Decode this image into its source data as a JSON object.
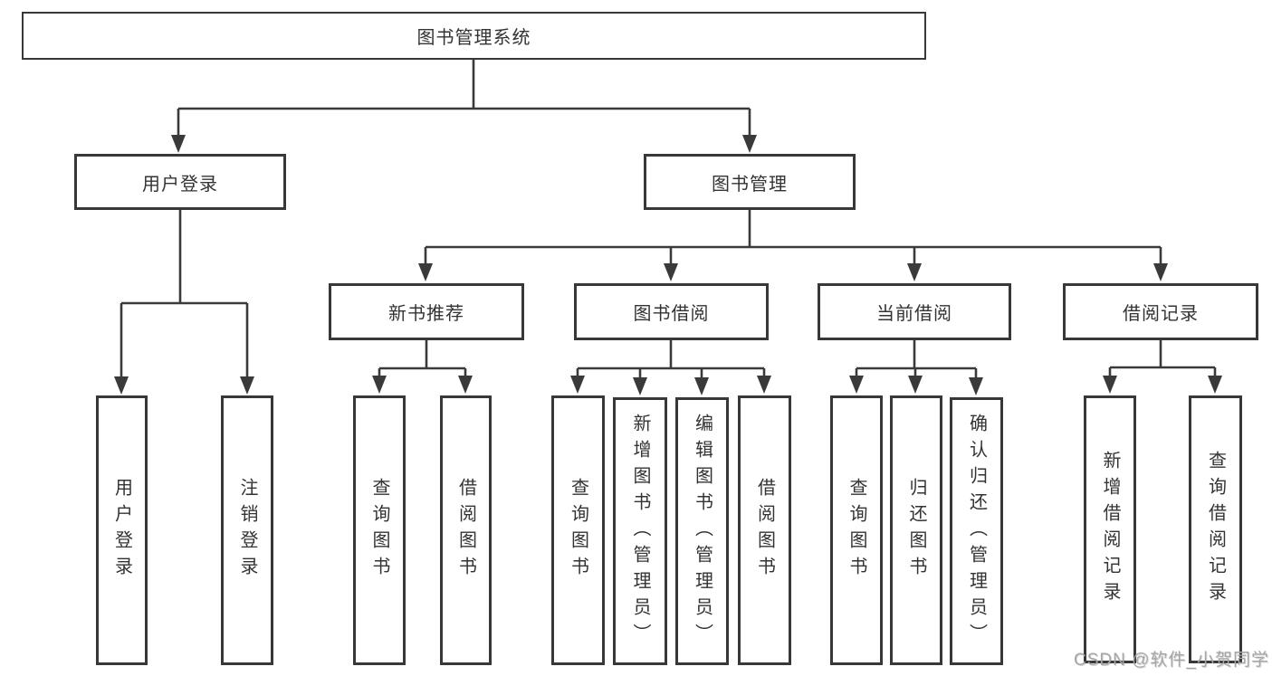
{
  "title": "图书管理系统",
  "tree": {
    "label": "图书管理系统",
    "children": [
      {
        "label": "用户登录",
        "children": [
          {
            "label": "用户登录"
          },
          {
            "label": "注销登录"
          }
        ]
      },
      {
        "label": "图书管理",
        "children": [
          {
            "label": "新书推荐",
            "children": [
              {
                "label": "查询图书"
              },
              {
                "label": "借阅图书"
              }
            ]
          },
          {
            "label": "图书借阅",
            "children": [
              {
                "label": "查询图书"
              },
              {
                "label": "新增图书（管理员）"
              },
              {
                "label": "编辑图书（管理员）"
              },
              {
                "label": "借阅图书"
              }
            ]
          },
          {
            "label": "当前借阅",
            "children": [
              {
                "label": "查询图书"
              },
              {
                "label": "归还图书"
              },
              {
                "label": "确认归还（管理员）"
              }
            ]
          },
          {
            "label": "借阅记录",
            "children": [
              {
                "label": "新增借阅记录"
              },
              {
                "label": "查询借阅记录"
              }
            ]
          }
        ]
      }
    ]
  },
  "watermark": "CSDN @软件_小贺同学",
  "colors": {
    "line": "#3a3a3a",
    "box_border": "#383838",
    "text": "#333333",
    "background": "#ffffff",
    "watermark": "#a6a6a6"
  }
}
